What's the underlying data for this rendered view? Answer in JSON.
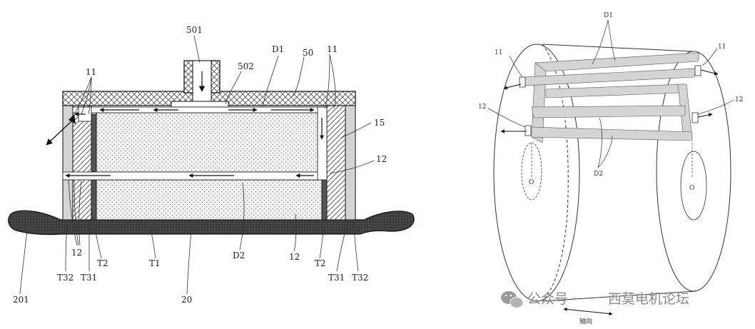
{
  "left_figure": {
    "labels": {
      "l501": "501",
      "l502": "502",
      "lD1": "D1",
      "l50": "50",
      "l11_left": "11",
      "l11_right": "11",
      "l15": "15",
      "l12_right": "12",
      "l12_left": "12",
      "lT2_left": "T2",
      "lT32_left": "T32",
      "lT31_left": "T31",
      "lT1": "T1",
      "lD2": "D2",
      "l12_bottom": "12",
      "lT2_right": "T2",
      "lT31_right": "T31",
      "lT32_right": "T32",
      "l201": "201",
      "l20": "20"
    }
  },
  "right_figure": {
    "labels": {
      "lD1": "D1",
      "l11_left": "11",
      "l11_right": "11",
      "l12_left": "12",
      "l12_right": "12",
      "lD2": "D2",
      "lO_left": "O",
      "lO_right": "O",
      "laxial": "轴向"
    }
  },
  "watermark": {
    "prefix": "公众号 · ",
    "name": "西莫电机论坛"
  }
}
